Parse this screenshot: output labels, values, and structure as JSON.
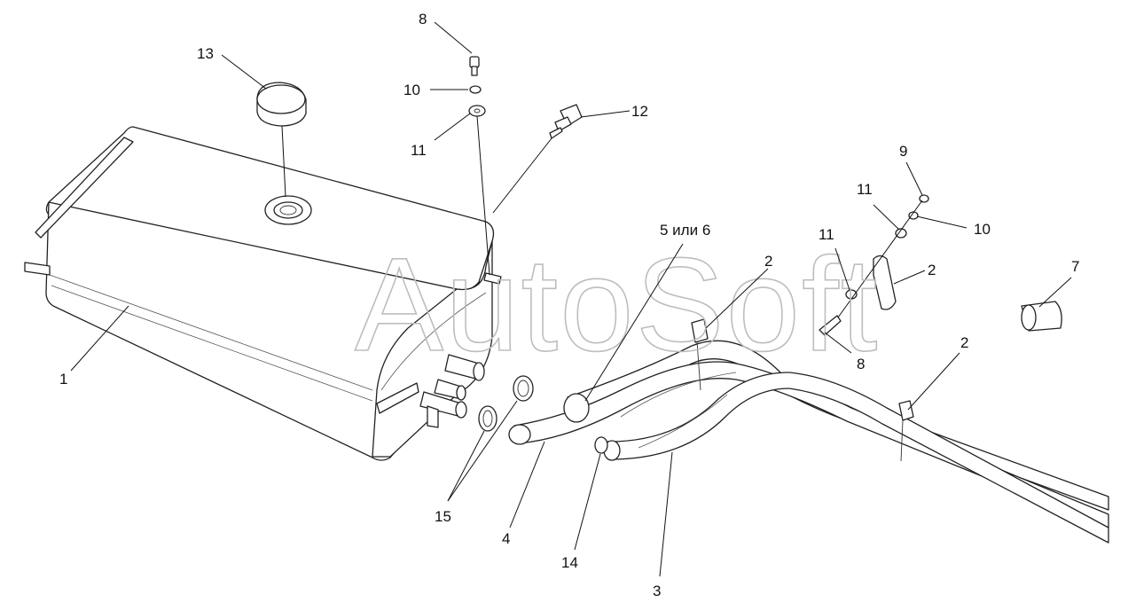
{
  "diagram": {
    "watermark": "AutoSoft",
    "callouts": [
      {
        "id": "1",
        "text": "1"
      },
      {
        "id": "2a",
        "text": "2"
      },
      {
        "id": "2b",
        "text": "2"
      },
      {
        "id": "2c",
        "text": "2"
      },
      {
        "id": "3",
        "text": "3"
      },
      {
        "id": "4",
        "text": "4"
      },
      {
        "id": "5",
        "text": "5 или 6"
      },
      {
        "id": "7",
        "text": "7"
      },
      {
        "id": "8a",
        "text": "8"
      },
      {
        "id": "8b",
        "text": "8"
      },
      {
        "id": "9",
        "text": "9"
      },
      {
        "id": "10a",
        "text": "10"
      },
      {
        "id": "10b",
        "text": "10"
      },
      {
        "id": "11a",
        "text": "11"
      },
      {
        "id": "11b",
        "text": "11"
      },
      {
        "id": "11c",
        "text": "11"
      },
      {
        "id": "12",
        "text": "12"
      },
      {
        "id": "13",
        "text": "13"
      },
      {
        "id": "14",
        "text": "14"
      },
      {
        "id": "15",
        "text": "15"
      }
    ]
  }
}
